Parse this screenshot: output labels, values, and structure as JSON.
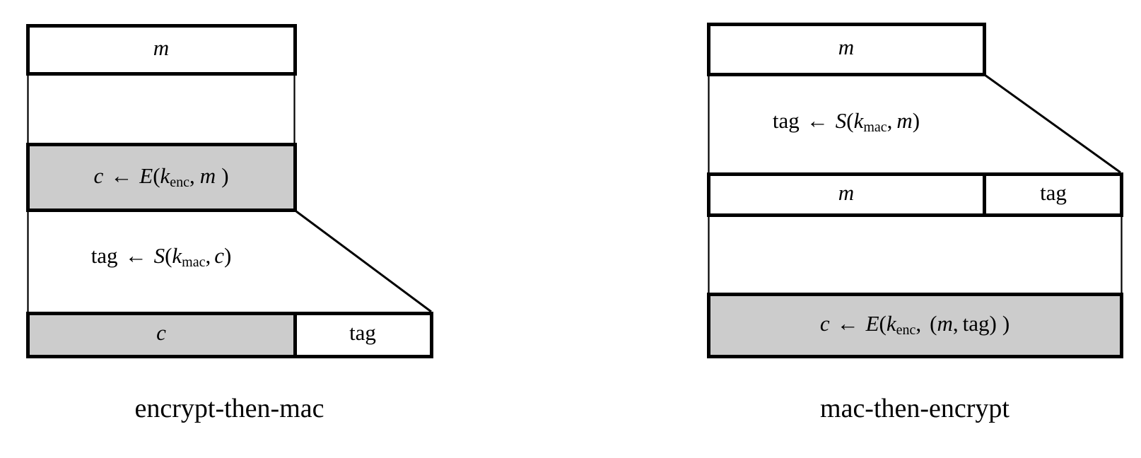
{
  "figure": {
    "type": "diagram",
    "subject": "authenticated encryption constructions",
    "background_color": "#ffffff",
    "line_color": "#000000",
    "highlight_fill": "#cccccc",
    "plain_fill": "#ffffff"
  },
  "left": {
    "caption": "encrypt-then-mac",
    "rows": {
      "message_box": "m",
      "encrypt_step": {
        "result": "c",
        "arrow": "←",
        "function": "E",
        "open_paren": "(",
        "key": "k",
        "key_sub": "enc",
        "comma": ",",
        "input": "m",
        "close_paren": ")",
        "full_text": "c ← E(k_enc, m )",
        "filled": true
      },
      "mac_step": {
        "result": "tag",
        "arrow": "←",
        "function": "S",
        "open_paren": "(",
        "key": "k",
        "key_sub": "mac",
        "comma": ",",
        "input": "c",
        "close_paren": ")",
        "full_text": "tag ← S(k_mac, c)",
        "filled": false
      },
      "output_left": "c",
      "output_right": "tag"
    }
  },
  "right": {
    "caption": "mac-then-encrypt",
    "rows": {
      "message_box": "m",
      "mac_step": {
        "result": "tag",
        "arrow": "←",
        "function": "S",
        "open_paren": "(",
        "key": "k",
        "key_sub": "mac",
        "comma": ",",
        "input": "m",
        "close_paren": ")",
        "full_text": "tag ← S(k_mac, m)",
        "filled": false
      },
      "pair_left": "m",
      "pair_right": "tag",
      "encrypt_step": {
        "result": "c",
        "arrow": "←",
        "function": "E",
        "open_paren": "(",
        "key": "k",
        "key_sub": "enc",
        "comma": ",",
        "inner_open": "(",
        "input_a": "m",
        "inner_comma": ",",
        "input_b": "tag",
        "inner_close": ")",
        "close_paren": ")",
        "full_text": "c ← E(k_enc, (m, tag) )",
        "filled": true
      }
    }
  }
}
